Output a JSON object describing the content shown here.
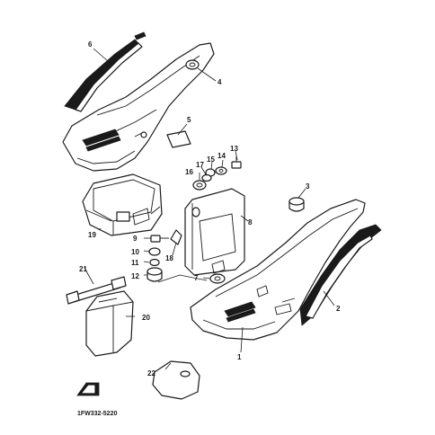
{
  "diagram": {
    "part_code": "1FW332-5220",
    "callouts": {
      "c1": "1",
      "c2": "2",
      "c3": "3",
      "c4": "4",
      "c5": "5",
      "c6": "6",
      "c7": "7",
      "c8": "8",
      "c9": "9",
      "c10": "10",
      "c11": "11",
      "c12": "12",
      "c13": "13",
      "c14": "14",
      "c15": "15",
      "c16": "16",
      "c17": "17",
      "c18": "18",
      "c19": "19",
      "c20": "20",
      "c21": "21",
      "c22": "22"
    }
  }
}
